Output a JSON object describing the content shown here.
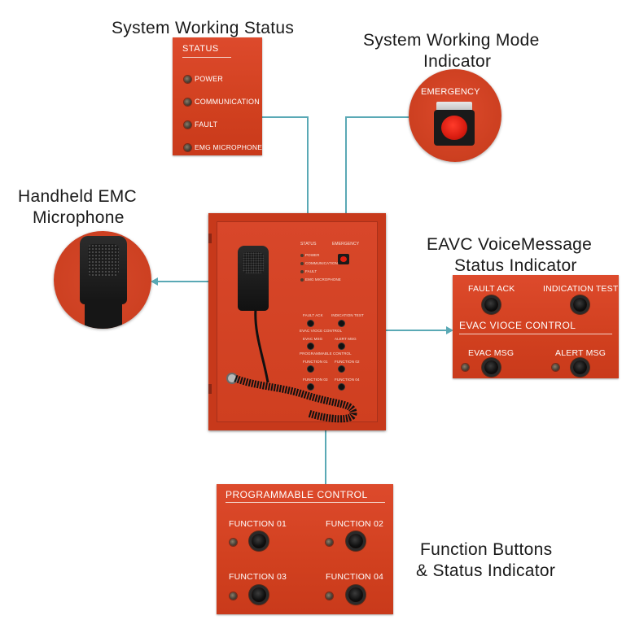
{
  "captions": {
    "system_working_status": "System Working Status",
    "mode_line1": "System Working Mode",
    "mode_line2": "Indicator",
    "mic_line1": "Handheld EMC",
    "mic_line2": "Microphone",
    "eavc_line1": "EAVC  VoiceMessage",
    "eavc_line2": "Status Indicator",
    "func_line1": "Function Buttons",
    "func_line2": "& Status Indicator"
  },
  "status_panel": {
    "title": "STATUS",
    "items": [
      "POWER",
      "COMMUNICATION",
      "FAULT",
      "EMG MICROPHONE"
    ]
  },
  "emergency": {
    "label": "EMERGENCY"
  },
  "eavc_panel": {
    "fault_ack": "FAULT ACK",
    "indication_test": "INDICATION TEST",
    "section_title": "EVAC VIOCE  CONTROL",
    "evac_msg": "EVAC MSG",
    "alert_msg": "ALERT MSG"
  },
  "programmable_panel": {
    "title": "PROGRAMMABLE  CONTROL",
    "functions": [
      "FUNCTION 01",
      "FUNCTION 02",
      "FUNCTION 03",
      "FUNCTION 04"
    ]
  },
  "colors": {
    "panel_red": "#d1401f",
    "connector": "#5aa9b5"
  }
}
